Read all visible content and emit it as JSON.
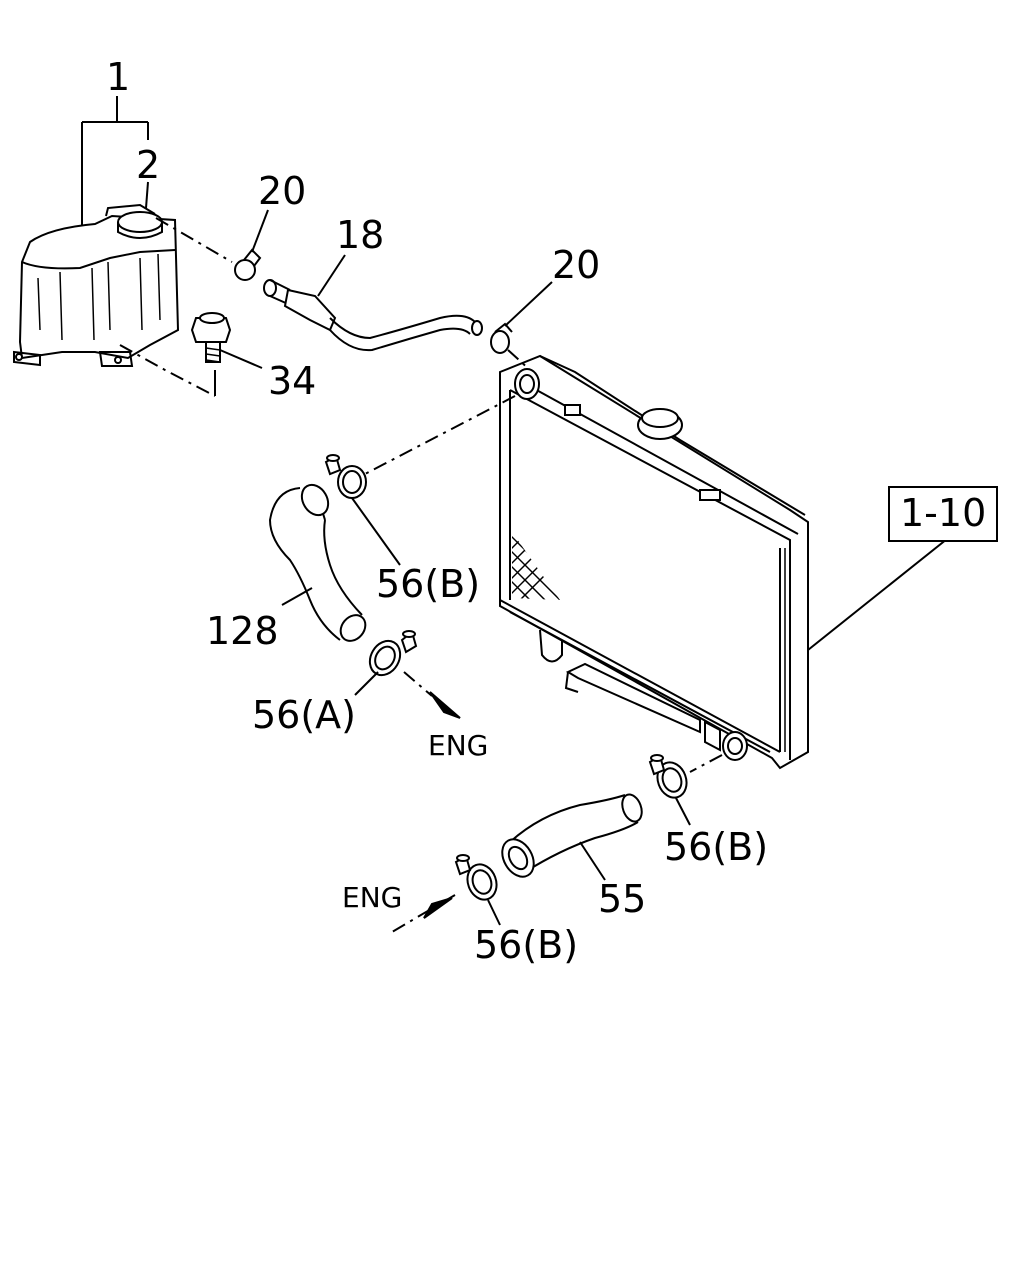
{
  "labels": {
    "p1": "1",
    "p2": "2",
    "p20a": "20",
    "p18": "18",
    "p20b": "20",
    "p34": "34",
    "p56b_top": "56(B)",
    "p128": "128",
    "p56a": "56(A)",
    "eng_top": "ENG",
    "p1_10": "1-10",
    "p56b_right": "56(B)",
    "p55": "55",
    "eng_bottom": "ENG",
    "p56b_bottom": "56(B)"
  }
}
